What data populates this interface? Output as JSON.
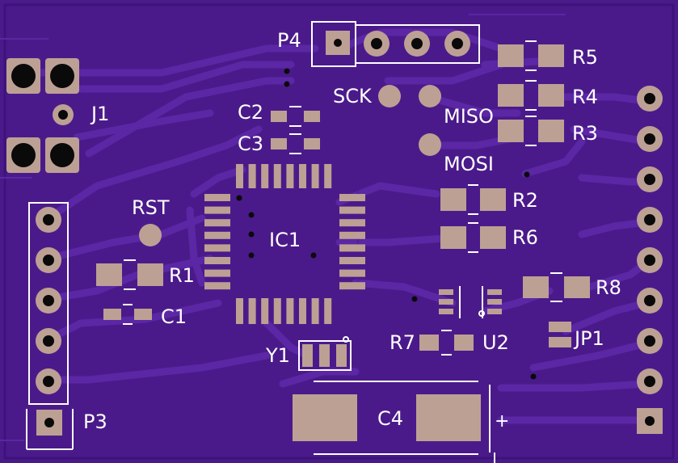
{
  "colors": {
    "board": "#4B1A8A",
    "board_edge": "#3C137A",
    "trace": "#5B27A5",
    "pad": "#BDA094",
    "silkscreen": "#FFFFFF",
    "drill": "#0A0A0A"
  },
  "labels": {
    "p4": "P4",
    "j1": "J1",
    "c2": "C2",
    "c3": "C3",
    "sck": "SCK",
    "miso": "MISO",
    "mosi": "MOSI",
    "r5": "R5",
    "r4": "R4",
    "r3": "R3",
    "r2": "R2",
    "r6": "R6",
    "r1": "R1",
    "r8": "R8",
    "r7": "R7",
    "rst": "RST",
    "ic1": "IC1",
    "c1": "C1",
    "y1": "Y1",
    "u2": "U2",
    "jp1": "JP1",
    "p3": "P3",
    "c4": "C4",
    "c4_polarity": "+"
  }
}
